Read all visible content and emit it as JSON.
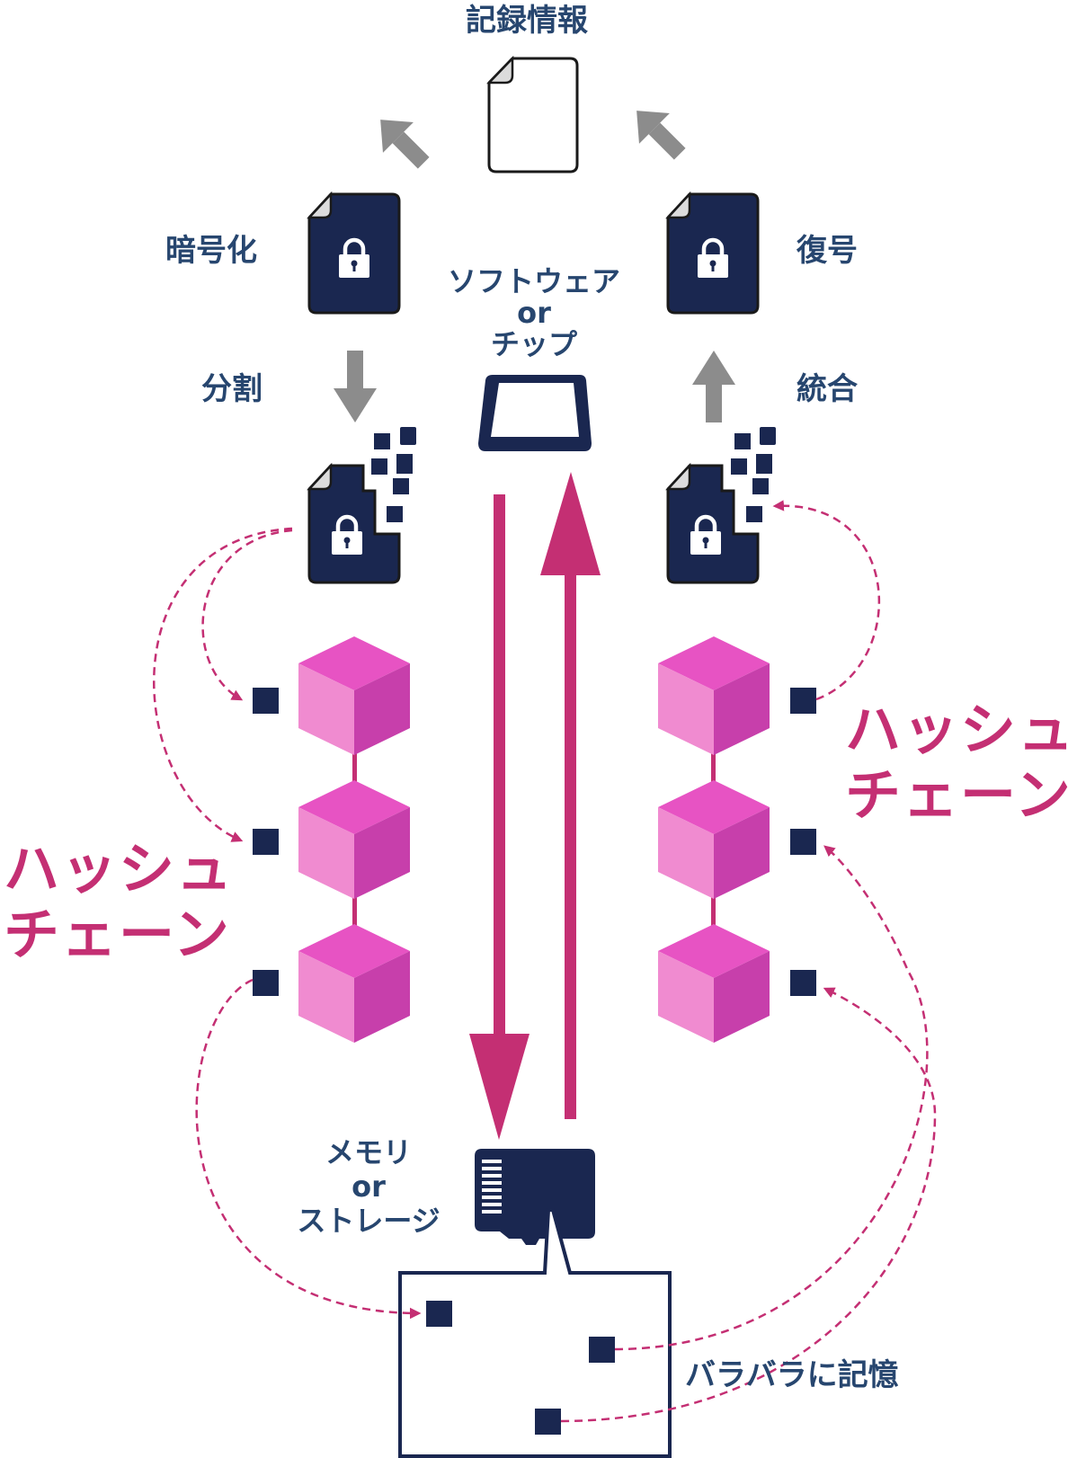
{
  "title": "記録情報",
  "steps": {
    "encrypt": "暗号化",
    "split": "分割",
    "decrypt": "復号",
    "merge": "統合"
  },
  "processor": {
    "line1": "ソフトウェア",
    "line2": "or",
    "line3": "チップ"
  },
  "storage": {
    "line1": "メモリ",
    "line2": "or",
    "line3": "ストレージ"
  },
  "hash_chain_left": {
    "line1": "ハッシュ",
    "line2": "チェーン"
  },
  "hash_chain_right": {
    "line1": "ハッシュ",
    "line2": "チェーン"
  },
  "scattered_label": "バラバラに記憶",
  "icons": {
    "record": "document-icon",
    "encrypted": "locked-document-icon",
    "fragmented": "fragmented-locked-document-icon",
    "processor": "chip-icon",
    "storage": "sd-card-icon",
    "block": "cube-block-icon"
  },
  "colors": {
    "navy": "#1a2750",
    "label_blue": "#27466f",
    "accent_pink": "#c42f73",
    "cube_top": "#e753c3",
    "cube_left": "#f08bd0",
    "cube_right": "#c73fab",
    "arrow_gray": "#8c8c8c"
  }
}
